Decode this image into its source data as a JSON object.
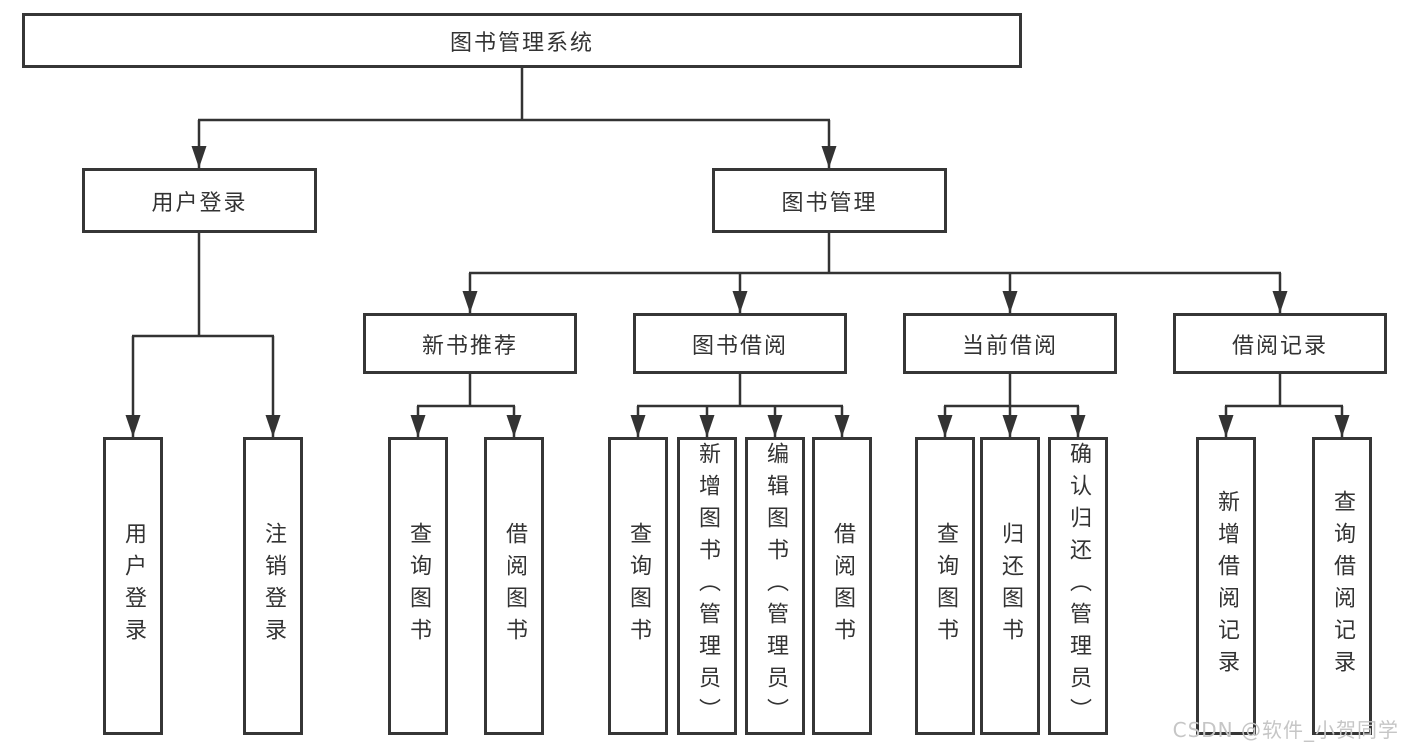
{
  "diagram_type": "hierarchy-tree",
  "tree": {
    "label": "图书管理系统",
    "children": [
      {
        "label": "用户登录",
        "children": [
          {
            "label": "用户登录"
          },
          {
            "label": "注销登录"
          }
        ]
      },
      {
        "label": "图书管理",
        "children": [
          {
            "label": "新书推荐",
            "children": [
              {
                "label": "查询图书"
              },
              {
                "label": "借阅图书"
              }
            ]
          },
          {
            "label": "图书借阅",
            "children": [
              {
                "label": "查询图书"
              },
              {
                "label": "新增图书（管理员）"
              },
              {
                "label": "编辑图书（管理员）"
              },
              {
                "label": "借阅图书"
              }
            ]
          },
          {
            "label": "当前借阅",
            "children": [
              {
                "label": "查询图书"
              },
              {
                "label": "归还图书"
              },
              {
                "label": "确认归还（管理员）"
              }
            ]
          },
          {
            "label": "借阅记录",
            "children": [
              {
                "label": "新增借阅记录"
              },
              {
                "label": "查询借阅记录"
              }
            ]
          }
        ]
      }
    ]
  },
  "watermark": {
    "text": "CSDN @软件_小贺同学"
  },
  "colors": {
    "background": "#ffffff",
    "box_border": "#363636",
    "line": "#333333",
    "text": "#333333",
    "watermark": "#c6c6c6"
  }
}
